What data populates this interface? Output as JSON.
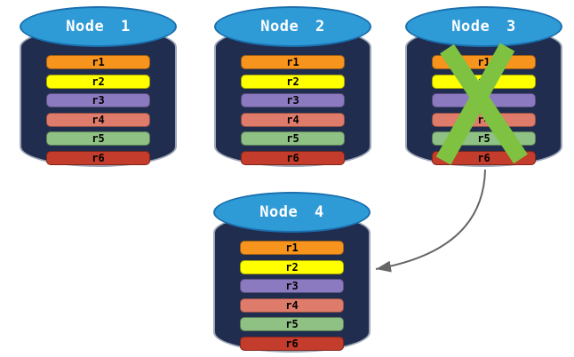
{
  "diagram": {
    "background": "#ffffff",
    "colors": {
      "cylinder_body": "#202D4F",
      "cylinder_outline": "#9FA8B8",
      "cylinder_top": "#2E9AD6",
      "cylinder_top_outline": "#1A6FAE",
      "title_text": "#FFFFFF",
      "row_label": "#000000",
      "failure_cross": "#7FC241",
      "arrow": "#666666"
    },
    "row_colors": {
      "r1": "#F7941E",
      "r2": "#FFFF00",
      "r3": "#8C7AC0",
      "r4": "#DF7B6B",
      "r5": "#8FC084",
      "r6": "#C43C2B"
    },
    "nodes": [
      {
        "title": "Node 1",
        "rows": [
          "r1",
          "r2",
          "r3",
          "r4",
          "r5",
          "r6"
        ],
        "failed": false
      },
      {
        "title": "Node 2",
        "rows": [
          "r1",
          "r2",
          "r3",
          "r4",
          "r5",
          "r6"
        ],
        "failed": false
      },
      {
        "title": "Node 3",
        "rows": [
          "r1",
          "r2",
          "r3",
          "r4",
          "r5",
          "r6"
        ],
        "failed": true
      },
      {
        "title": "Node 4",
        "rows": [
          "r1",
          "r2",
          "r3",
          "r4",
          "r5",
          "r6"
        ],
        "failed": false
      }
    ],
    "arrow_annotation": {
      "from": "Node 3",
      "to": "Node 4"
    }
  }
}
